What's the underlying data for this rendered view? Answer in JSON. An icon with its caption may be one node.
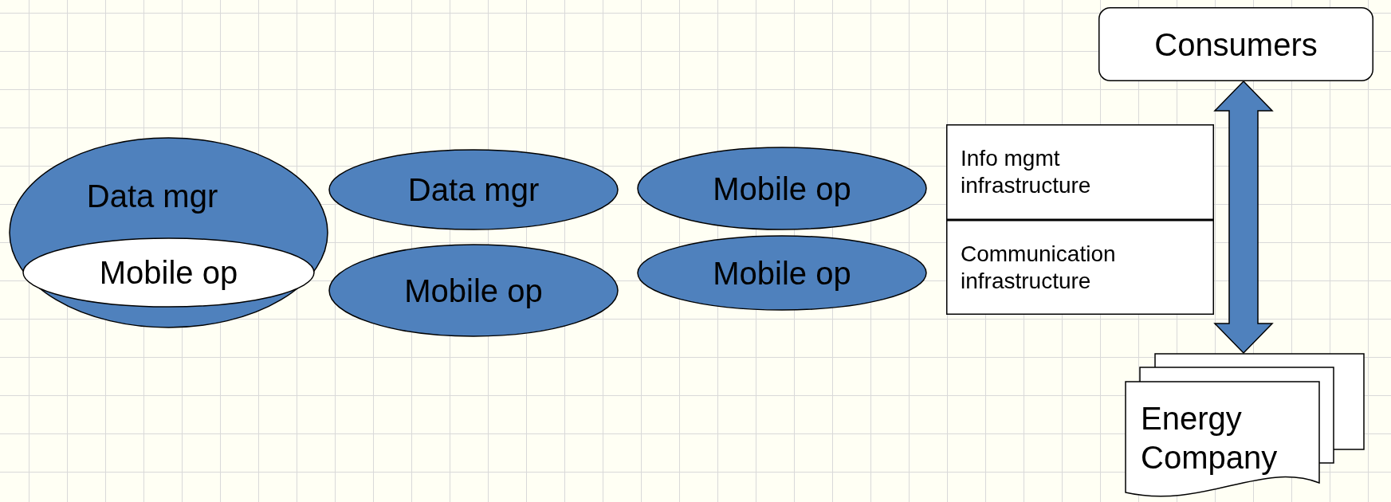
{
  "diagram": {
    "nodes": [
      {
        "text": [
          "Data mgr"
        ]
      },
      {
        "text": [
          "Mobile op"
        ],
        "in": 0
      },
      {
        "text": [
          "Data mgr"
        ]
      },
      {
        "text": [
          "Mobile op"
        ]
      },
      {
        "text": [
          "Mobile op"
        ]
      },
      {
        "text": [
          "Mobile op"
        ]
      },
      {
        "text": [
          "Info mgmt infrastructure"
        ]
      },
      {
        "text": [
          "Communication infrastructure"
        ]
      },
      {
        "text": [
          "Consumers"
        ]
      },
      {
        "text": [
          "Energy Company"
        ]
      }
    ],
    "edges": [
      {
        "from": 8,
        "to": 9,
        "arrow": "both",
        "style": "thick"
      }
    ]
  }
}
